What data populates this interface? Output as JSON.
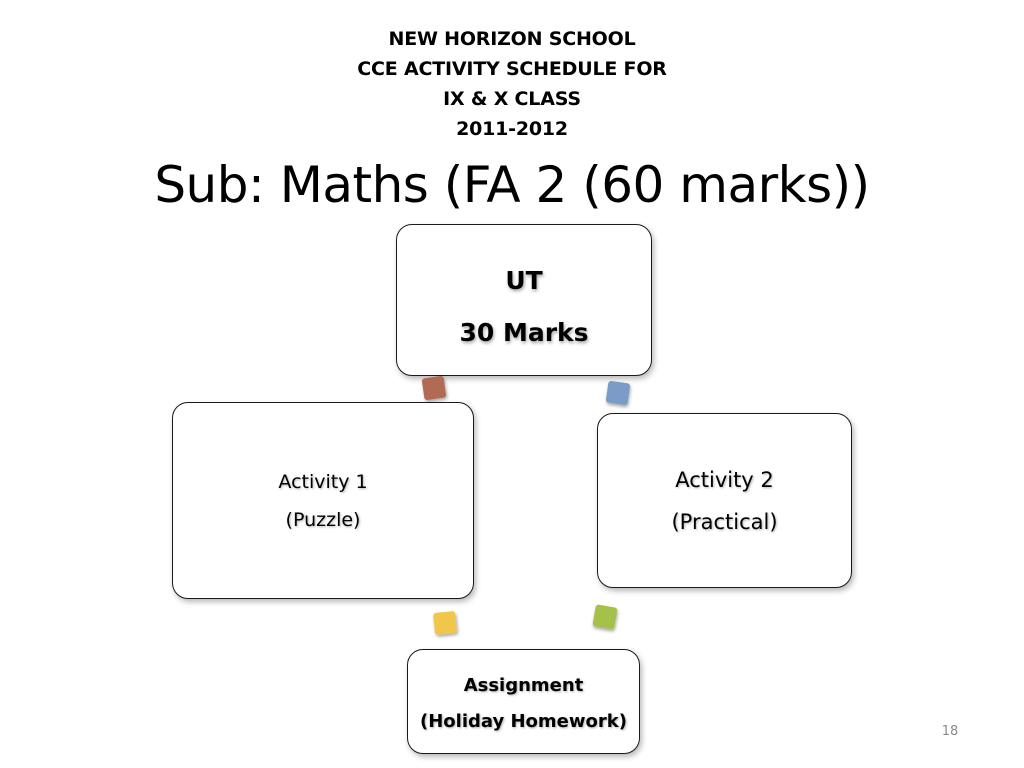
{
  "header": {
    "lines": [
      "NEW HORIZON SCHOOL",
      "CCE ACTIVITY SCHEDULE FOR",
      "IX & X CLASS",
      "2011-2012"
    ],
    "title": "Sub: Maths (FA 2 (60 marks))"
  },
  "diagram": {
    "ut": {
      "line1": "UT",
      "line2": "30 Marks"
    },
    "activity1": {
      "line1": "Activity 1",
      "line2": "(Puzzle)"
    },
    "activity2": {
      "line1": "Activity 2",
      "line2": "(Practical)"
    },
    "assignment": {
      "line1": "Assignment",
      "line2": "(Holiday Homework)"
    },
    "connector_colors": {
      "ut_to_activity1": "#b36a55",
      "ut_to_activity2": "#7a9cc6",
      "activity1_to_assignment": "#f2c64a",
      "assignment_to_activity2": "#a6c14a"
    }
  },
  "footer": {
    "page_number": "18"
  }
}
